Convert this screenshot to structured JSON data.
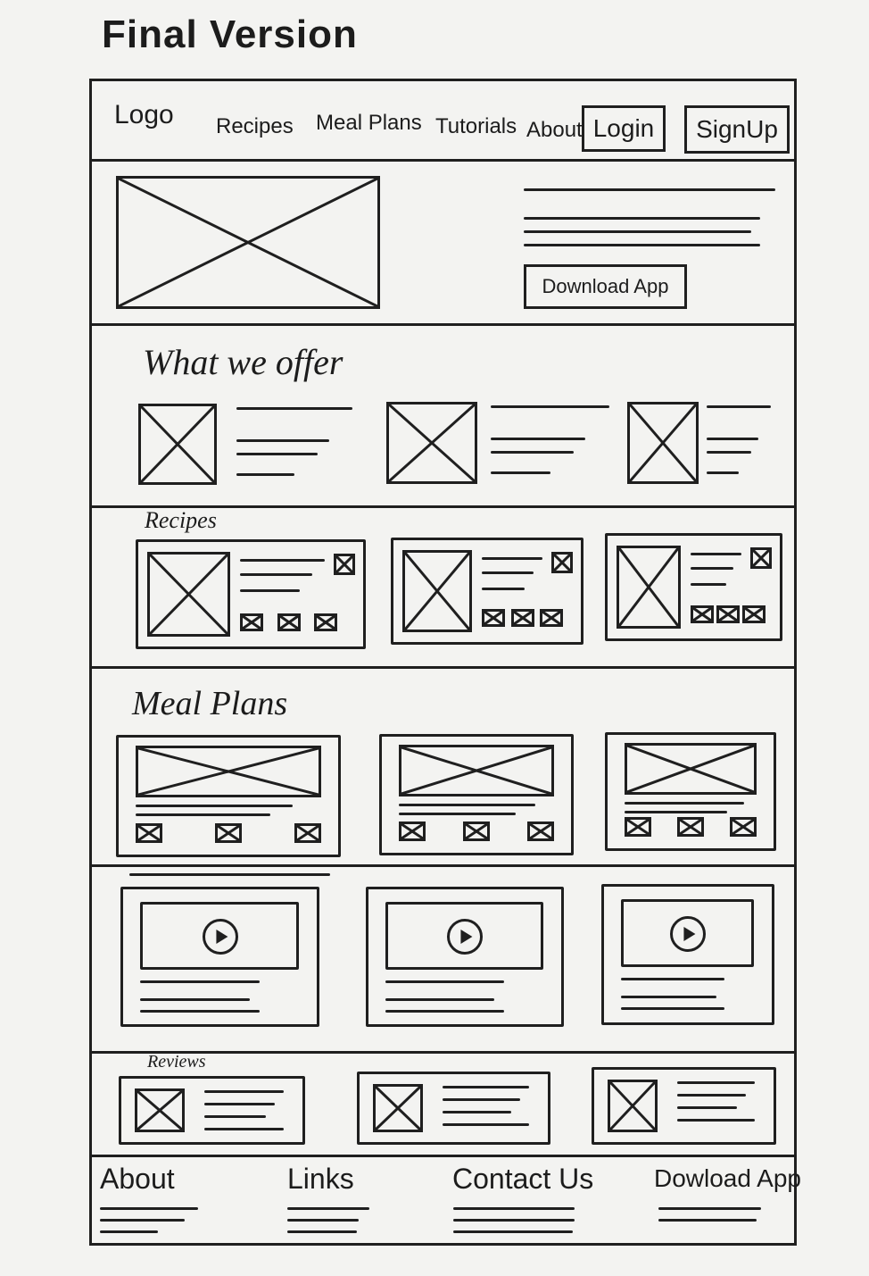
{
  "title": "Final Version",
  "nav": {
    "logo": "Logo",
    "items": [
      "Recipes",
      "Meal Plans",
      "Tutorials",
      "About"
    ],
    "login": "Login",
    "signup": "SignUp"
  },
  "hero": {
    "button": "Download App"
  },
  "offer": {
    "heading": "What we offer"
  },
  "recipes": {
    "heading": "Recipes"
  },
  "meal_plans": {
    "heading": "Meal Plans"
  },
  "reviews": {
    "heading": "Reviews"
  },
  "footer": {
    "columns": [
      "About",
      "Links",
      "Contact Us",
      "Dowload App"
    ]
  }
}
